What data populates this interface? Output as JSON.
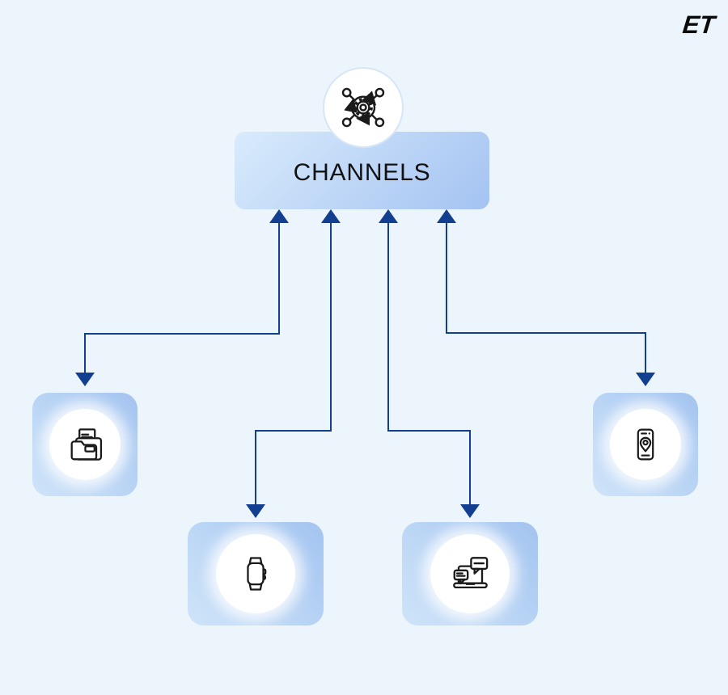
{
  "brand": {
    "logo_text": "ET"
  },
  "hub": {
    "label": "CHANNELS",
    "icon": "integration-hub-icon"
  },
  "channels": [
    {
      "id": "documents",
      "icon": "folder-documents-icon"
    },
    {
      "id": "wearable",
      "icon": "smartwatch-icon"
    },
    {
      "id": "messaging",
      "icon": "laptop-chat-icon"
    },
    {
      "id": "mobile-location",
      "icon": "phone-location-icon"
    }
  ],
  "colors": {
    "background": "#ecf4fc",
    "arrow": "#123f8f",
    "hub_box_gradient_start": "#d9ebfc",
    "hub_box_gradient_end": "#a4c3f2",
    "tile_gradient_start": "#cfe4f9",
    "tile_gradient_end": "#a3c4f0",
    "hub_ring": "#d7e6f7",
    "icon_stroke": "#1a1a1a",
    "title_text": "#121212"
  }
}
